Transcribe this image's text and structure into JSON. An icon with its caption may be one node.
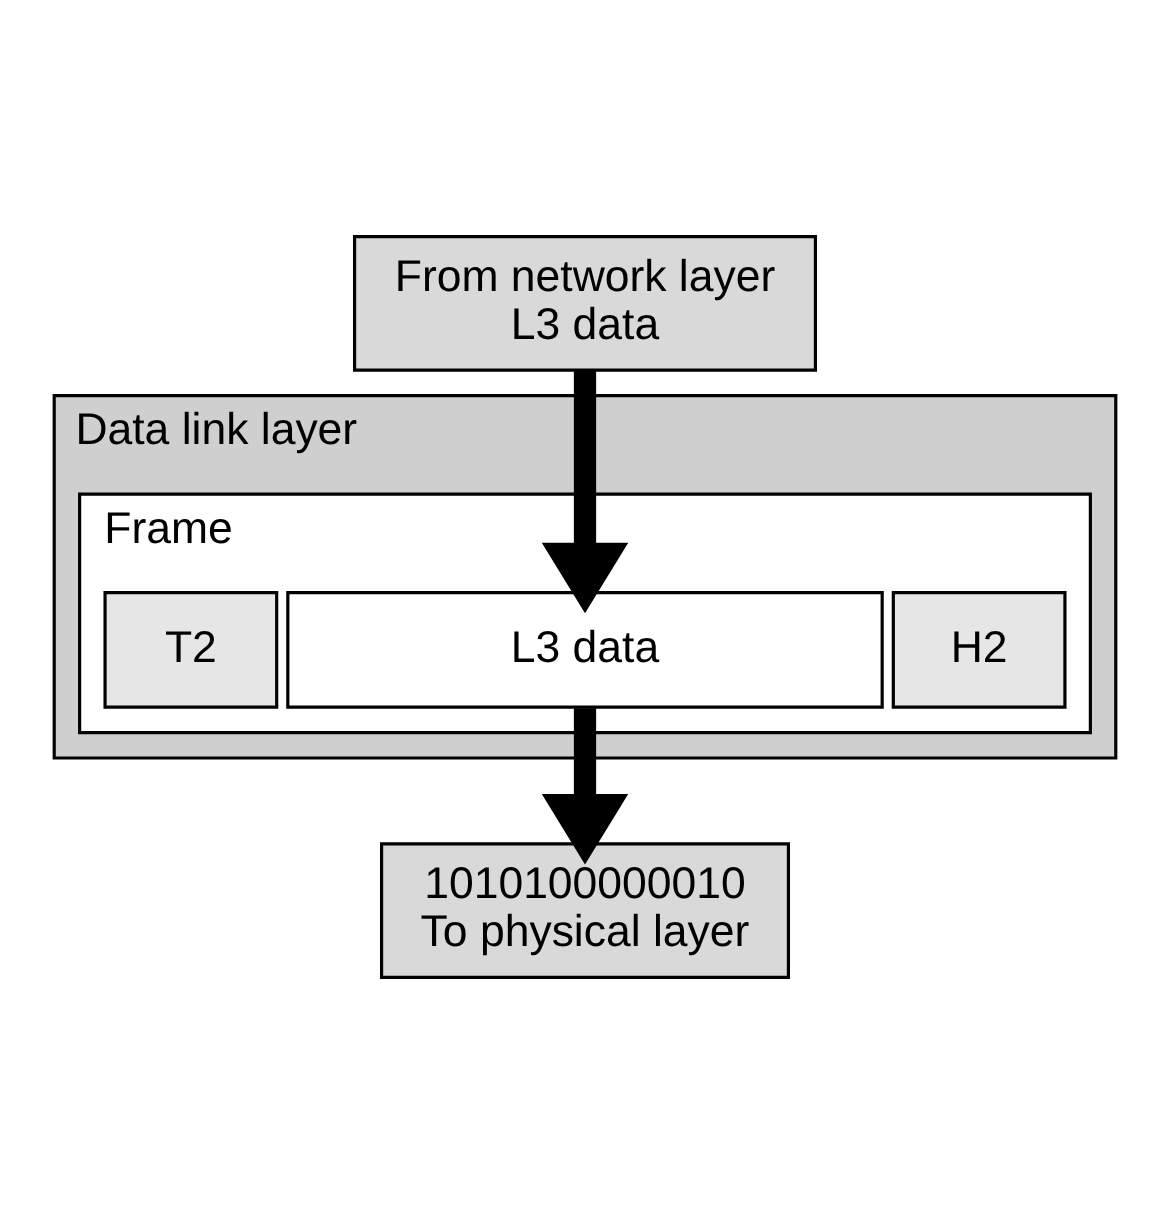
{
  "diagram": {
    "nodes": [
      {
        "text": [
          "From network layer",
          "L3 data"
        ]
      },
      {
        "text": [
          "Data link layer"
        ]
      },
      {
        "text": [
          "Frame"
        ],
        "in": 1
      },
      {
        "text": [
          "T2"
        ],
        "in": 2
      },
      {
        "text": [
          "L3 data"
        ],
        "in": 2
      },
      {
        "text": [
          "H2"
        ],
        "in": 2
      },
      {
        "text": [
          "1010100000010",
          "To physical layer"
        ]
      }
    ],
    "edges": [
      {
        "from": 0,
        "to": 4,
        "arrow": "to"
      },
      {
        "from": 4,
        "to": 6,
        "arrow": "to"
      }
    ]
  }
}
